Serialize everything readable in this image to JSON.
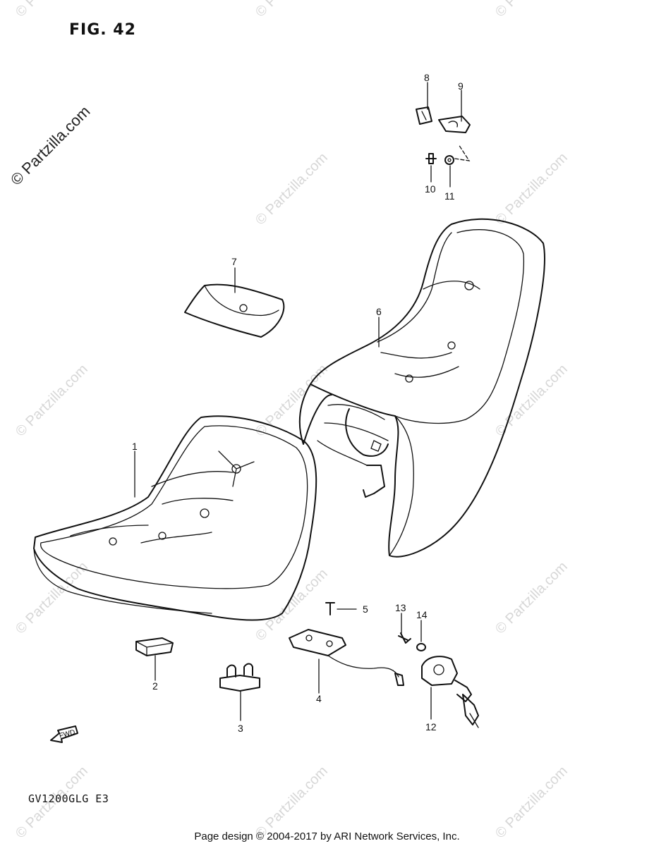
{
  "figure": {
    "title": "FIG. 42"
  },
  "watermark": {
    "text": "© Partzilla.com"
  },
  "model_code": "GV1200GLG  E3",
  "footer": "Page design © 2004-2017 by ARI Network Services, Inc.",
  "fwd_label": "FWD",
  "callouts": [
    "1",
    "2",
    "3",
    "4",
    "5",
    "6",
    "7",
    "8",
    "9",
    "10",
    "11",
    "12",
    "13",
    "14"
  ]
}
